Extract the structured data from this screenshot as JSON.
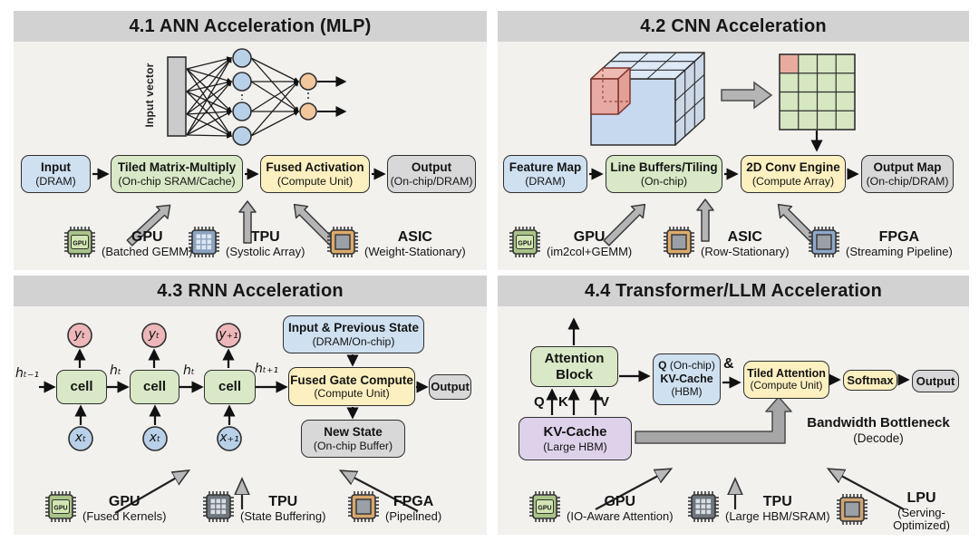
{
  "page": {
    "background": "#ffffff",
    "panel_bg": "#f2f1ee",
    "title_bg": "#d2d2d2"
  },
  "colors": {
    "blue_box": "#cfe0f0",
    "green_box": "#d9e8c6",
    "yellow_box": "#fcf0c0",
    "gray_box": "#d8d8d8",
    "purple_box": "#ded2eb"
  },
  "panels": {
    "ann": {
      "title": "4.1 ANN Acceleration (MLP)",
      "input_vector_label": "Input vector",
      "pipeline": [
        {
          "line1": "Input",
          "line2": "(DRAM)"
        },
        {
          "line1": "Tiled Matrix-Multiply",
          "line2": "(On-chip SRAM/Cache)"
        },
        {
          "line1": "Fused Activation",
          "line2": "(Compute Unit)"
        },
        {
          "line1": "Output",
          "line2": "(On-chip/DRAM)"
        }
      ],
      "chips": [
        {
          "name": "GPU",
          "subtitle": "(Batched GEMM)",
          "icon": "gpu",
          "body": "#a9c487",
          "inner": "#d3e5b2",
          "label": "GPU"
        },
        {
          "name": "TPU",
          "subtitle": "(Systolic Array)",
          "icon": "grid",
          "body": "#8ba3bf",
          "inner": "#dde7f2"
        },
        {
          "name": "ASIC",
          "subtitle": "(Weight-Stationary)",
          "icon": "square",
          "body": "#ddab6c",
          "inner": "#9aa0a5"
        }
      ]
    },
    "cnn": {
      "title": "4.2 CNN Acceleration",
      "pipeline": [
        {
          "line1": "Feature Map",
          "line2": "(DRAM)"
        },
        {
          "line1": "Line Buffers/Tiling",
          "line2": "(On-chip)"
        },
        {
          "line1": "2D Conv Engine",
          "line2": "(Compute Array)"
        },
        {
          "line1": "Output Map",
          "line2": "(On-chip/DRAM)"
        }
      ],
      "chips": [
        {
          "name": "GPU",
          "subtitle": "(im2col+GEMM)",
          "icon": "gpu",
          "body": "#a9c487",
          "inner": "#d3e5b2",
          "label": "GPU"
        },
        {
          "name": "ASIC",
          "subtitle": "(Row-Stationary)",
          "icon": "square",
          "body": "#ddab6c",
          "inner": "#9aa0a5"
        },
        {
          "name": "FPGA",
          "subtitle": "(Streaming Pipeline)",
          "icon": "square",
          "body": "#8fa9c9",
          "inner": "#9aa0a5"
        }
      ]
    },
    "rnn": {
      "title": "4.3 RNN Acceleration",
      "labels": {
        "h_prev": "hₜ₋₁",
        "h_t1": "hₜ",
        "h_t2": "hₜ",
        "h_next": "hₜ₊₁",
        "y_t1": "yₜ",
        "y_t2": "yₜ",
        "y_next": "y₊₁",
        "x_t1": "xₜ",
        "x_t2": "xₜ",
        "x_next": "x₊₁",
        "cell": "cell"
      },
      "boxes": {
        "input_state": {
          "line1": "Input & Previous State",
          "line2": "(DRAM/On-chip)"
        },
        "fused_gate": {
          "line1": "Fused Gate Compute",
          "line2": "(Compute Unit)"
        },
        "output": "Output",
        "new_state": {
          "line1": "New State",
          "line2": "(On-chip Buffer)"
        }
      },
      "chips": [
        {
          "name": "GPU",
          "subtitle": "(Fused Kernels)",
          "icon": "gpu",
          "body": "#a9c487",
          "inner": "#d3e5b2",
          "label": "GPU"
        },
        {
          "name": "TPU",
          "subtitle": "(State Buffering)",
          "icon": "grid",
          "body": "#6e757c",
          "inner": "#d9dee3"
        },
        {
          "name": "FPGA",
          "subtitle": "(Pipelined)",
          "icon": "square",
          "body": "#d8a76e",
          "inner": "#9aa0a5"
        }
      ]
    },
    "llm": {
      "title": "4.4 Transformer/LLM Acceleration",
      "attention": {
        "line1": "Attention",
        "line2": "Block"
      },
      "kv_cache": {
        "line1": "KV-Cache",
        "line2": "(Large HBM)"
      },
      "q_box": {
        "q": "Q",
        "onchip": "(On-chip)",
        "kv": "KV-Cache",
        "hbm": "(HBM)"
      },
      "amp": "&",
      "q_label": "Q",
      "k_label": "K",
      "v_label": "V",
      "tiled": {
        "line1": "Tiled Attention",
        "line2": "(Compute Unit)"
      },
      "softmax": "Softmax",
      "output": "Output",
      "bottleneck": {
        "line1": "Bandwidth Bottleneck",
        "line2": "(Decode)"
      },
      "chips": [
        {
          "name": "GPU",
          "subtitle": "(IO-Aware Attention)",
          "icon": "gpu",
          "body": "#a9c487",
          "inner": "#d3e5b2",
          "label": "GPU"
        },
        {
          "name": "TPU",
          "subtitle": "(Large HBM/SRAM)",
          "icon": "grid",
          "body": "#6e757c",
          "inner": "#d9dee3"
        },
        {
          "name": "LPU",
          "subtitle": "(Serving-Optimized)",
          "icon": "square",
          "body": "#cfa477",
          "inner": "#9aa0a5"
        }
      ]
    }
  }
}
